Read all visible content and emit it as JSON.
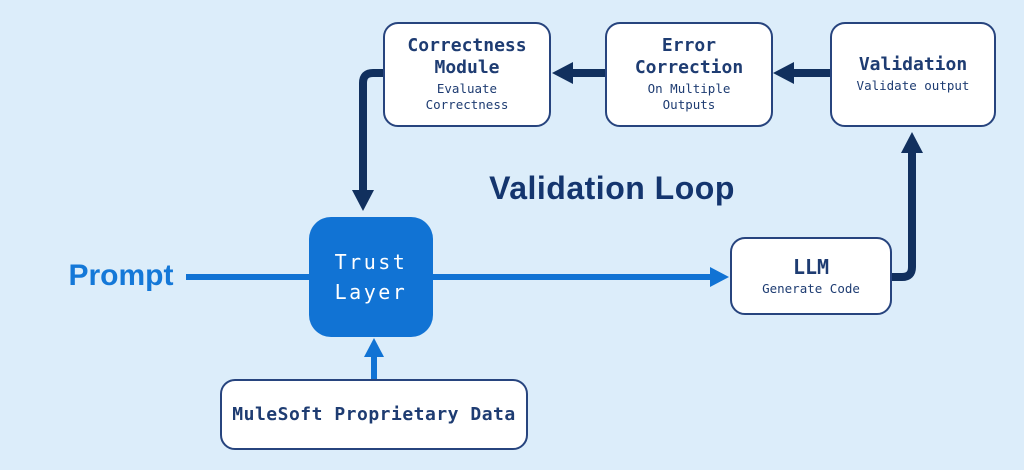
{
  "diagram": {
    "title": "Validation Loop",
    "prompt_label": "Prompt",
    "nodes": {
      "correctness": {
        "title": "Correctness\nModule",
        "subtitle": "Evaluate\nCorrectness"
      },
      "error": {
        "title": "Error\nCorrection",
        "subtitle": "On Multiple\nOutputs"
      },
      "validation": {
        "title": "Validation",
        "subtitle": "Validate output"
      },
      "trust": {
        "title": "Trust\nLayer"
      },
      "llm": {
        "title": "LLM",
        "subtitle": "Generate Code"
      },
      "mulesoft": {
        "title": "MuleSoft Proprietary Data"
      }
    },
    "colors": {
      "background": "#dcedfa",
      "box_border_navy": "#27447e",
      "box_text_navy": "#1e3c72",
      "dark_arrow_navy": "#11305e",
      "accent_blue": "#1173d4",
      "title_navy": "#14356e",
      "prompt_blue": "#1478d8"
    },
    "flow": [
      "Prompt -> Trust Layer",
      "MuleSoft Proprietary Data -> Trust Layer",
      "Trust Layer -> LLM",
      "LLM -> Validation",
      "Validation -> Error Correction",
      "Error Correction -> Correctness Module",
      "Correctness Module -> Trust Layer"
    ]
  }
}
